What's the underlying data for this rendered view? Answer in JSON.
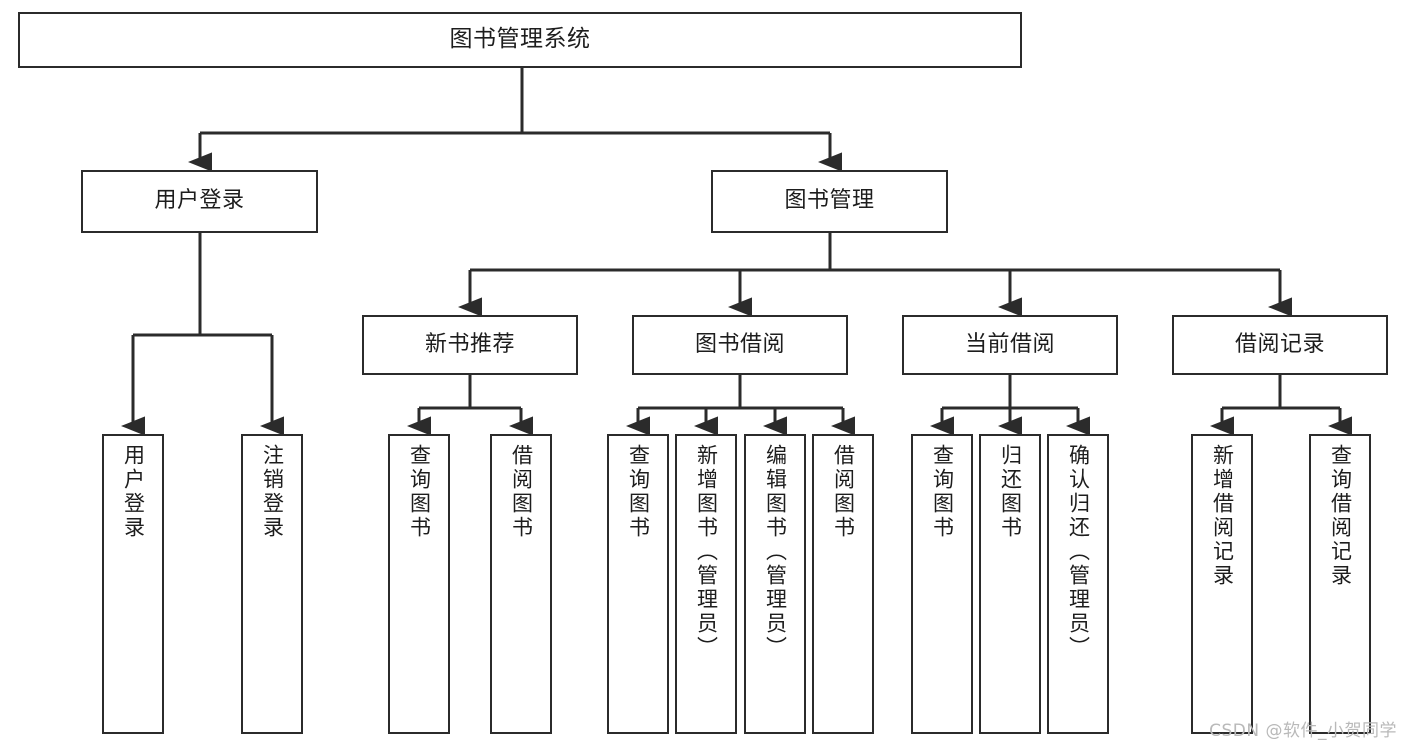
{
  "diagram": {
    "title": "图书管理系统",
    "type": "hierarchy-tree",
    "root": {
      "id": "root",
      "label": "图书管理系统"
    },
    "level1": [
      {
        "id": "user-login",
        "label": "用户登录"
      },
      {
        "id": "book-manage",
        "label": "图书管理"
      }
    ],
    "level2": [
      {
        "id": "new-book-recommend",
        "label": "新书推荐",
        "parent": "book-manage"
      },
      {
        "id": "book-borrow",
        "label": "图书借阅",
        "parent": "book-manage"
      },
      {
        "id": "current-borrow",
        "label": "当前借阅",
        "parent": "book-manage"
      },
      {
        "id": "borrow-record",
        "label": "借阅记录",
        "parent": "book-manage"
      }
    ],
    "leaves": {
      "user_login": [
        {
          "id": "leaf-user-login",
          "label": "用户登录"
        },
        {
          "id": "leaf-logout",
          "label": "注销登录"
        }
      ],
      "new_book_recommend": [
        {
          "id": "leaf-query-book-1",
          "label": "查询图书"
        },
        {
          "id": "leaf-borrow-book-1",
          "label": "借阅图书"
        }
      ],
      "book_borrow": [
        {
          "id": "leaf-query-book-2",
          "label": "查询图书"
        },
        {
          "id": "leaf-add-book",
          "label": "新增图书（管理员）"
        },
        {
          "id": "leaf-edit-book",
          "label": "编辑图书（管理员）"
        },
        {
          "id": "leaf-borrow-book-2",
          "label": "借阅图书"
        }
      ],
      "current_borrow": [
        {
          "id": "leaf-query-book-3",
          "label": "查询图书"
        },
        {
          "id": "leaf-return-book",
          "label": "归还图书"
        },
        {
          "id": "leaf-confirm-return",
          "label": "确认归还（管理员）"
        }
      ],
      "borrow_record": [
        {
          "id": "leaf-add-record",
          "label": "新增借阅记录"
        },
        {
          "id": "leaf-query-record",
          "label": "查询借阅记录"
        }
      ]
    }
  },
  "watermark": {
    "text": "CSDN @软件_小贺同学"
  },
  "colors": {
    "stroke": "#2b2b2b",
    "background": "#ffffff",
    "text": "#1d1d1d",
    "watermark": "#b9b9b9"
  }
}
